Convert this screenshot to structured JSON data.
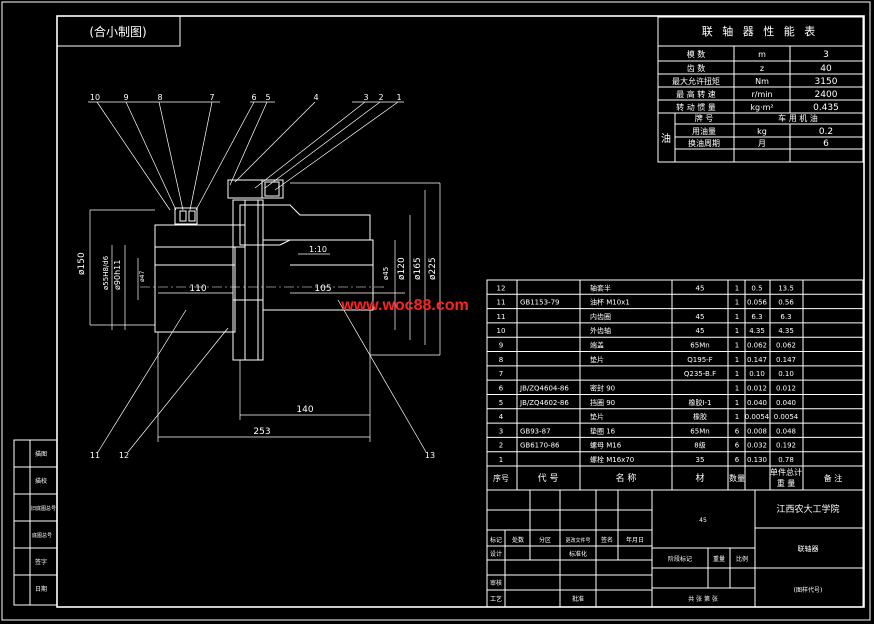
{
  "header_label": "(合小制图)",
  "watermark": "www.woc88.com",
  "part_numbers_top": [
    "10",
    "9",
    "8",
    "7",
    "6",
    "5",
    "4",
    "3",
    "2",
    "1"
  ],
  "part_numbers_bottom": [
    "11",
    "12",
    "13"
  ],
  "dimensions": {
    "d150": "ø150",
    "d55h8": "ø55H8/d6",
    "d90h11": "ø90h11",
    "d47": "ø47",
    "d110": "110",
    "d105": "105",
    "d45": "ø45",
    "d120": "ø120",
    "d165": "ø165",
    "d225": "ø225",
    "d140": "140",
    "d253": "253",
    "slope": "1:10"
  },
  "perf_table": {
    "title": "联 轴 器 性 能 表",
    "rows": [
      {
        "name": "模 数",
        "unit": "m",
        "value": "3"
      },
      {
        "name": "齿 数",
        "unit": "z",
        "value": "40"
      },
      {
        "name": "最大允许扭矩",
        "unit": "Nm",
        "value": "3150"
      },
      {
        "name": "最 高 转 速",
        "unit": "r/min",
        "value": "2400"
      },
      {
        "name": "转 动 惯 量",
        "unit": "kg·m²",
        "value": "0.435"
      }
    ],
    "oil_label": "油",
    "oil_rows": [
      {
        "name": "牌 号",
        "unit": "",
        "value": "车 用 机 油"
      },
      {
        "name": "用油量",
        "unit": "kg",
        "value": "0.2"
      },
      {
        "name": "换油周期",
        "unit": "月",
        "value": "6"
      }
    ]
  },
  "bom": {
    "rows": [
      {
        "no": "12",
        "code": "",
        "name": "轴套半",
        "material": "45",
        "qty": "1",
        "unit_w": "0.5",
        "total_w": "13.5"
      },
      {
        "no": "11",
        "code": "GB1153-79",
        "name": "油杯 M10x1",
        "material": "",
        "qty": "1",
        "unit_w": "0.056",
        "total_w": "0.56"
      },
      {
        "no": "11",
        "code": "",
        "name": "内齿圈",
        "material": "45",
        "qty": "1",
        "unit_w": "6.3",
        "total_w": "6.3"
      },
      {
        "no": "10",
        "code": "",
        "name": "外齿轴",
        "material": "45",
        "qty": "1",
        "unit_w": "4.35",
        "total_w": "4.35"
      },
      {
        "no": "9",
        "code": "",
        "name": "端盖",
        "material": "65Mn",
        "qty": "1",
        "unit_w": "0.062",
        "total_w": "0.062"
      },
      {
        "no": "8",
        "code": "",
        "name": "垫片",
        "material": "Q195-F",
        "qty": "1",
        "unit_w": "0.147",
        "total_w": "0.147"
      },
      {
        "no": "7",
        "code": "",
        "name": "",
        "material": "Q235-B.F",
        "qty": "1",
        "unit_w": "0.10",
        "total_w": "0.10"
      },
      {
        "no": "6",
        "code": "JB/ZQ4604-86",
        "name": "密封 90",
        "material": "",
        "qty": "1",
        "unit_w": "0.012",
        "total_w": "0.012"
      },
      {
        "no": "5",
        "code": "JB/ZQ4602-86",
        "name": "挡圈 90",
        "material": "橡胶I-1",
        "qty": "1",
        "unit_w": "0.040",
        "total_w": "0.040"
      },
      {
        "no": "4",
        "code": "",
        "name": "垫片",
        "material": "橡胶",
        "qty": "1",
        "unit_w": "0.0054",
        "total_w": "0.0054"
      },
      {
        "no": "3",
        "code": "GB93-87",
        "name": "垫圈 16",
        "material": "65Mn",
        "qty": "6",
        "unit_w": "0.008",
        "total_w": "0.048"
      },
      {
        "no": "2",
        "code": "GB6170-86",
        "name": "螺母 M16",
        "material": "8级",
        "qty": "6",
        "unit_w": "0.032",
        "total_w": "0.192"
      },
      {
        "no": "1",
        "code": "",
        "name": "螺栓 M16x70",
        "material": "35",
        "qty": "6",
        "unit_w": "0.130",
        "total_w": "0.78"
      }
    ],
    "header": {
      "no": "序号",
      "code": "代 号",
      "name": "名 称",
      "material": "材",
      "qty": "数量",
      "weight": "单件总计",
      "weight2": "重 量",
      "note": "备 注"
    }
  },
  "title_block": {
    "school": "江西农大工学院",
    "drawing_name": "联轴器",
    "drawing_no": "(图样代号)",
    "scale_label": "比例",
    "mark": "标记",
    "count": "处数",
    "zone": "分区",
    "change_doc": "更改文件号",
    "sign": "签名",
    "date": "年月日",
    "design": "设计",
    "std": "标准化",
    "stage_mark": "阶段标记",
    "weight": "重量",
    "ratio": "比例",
    "review": "审核",
    "craft": "工艺",
    "approve": "批准",
    "sheet": "共 张 第 张",
    "center_mark": "45"
  },
  "left_strip": [
    "描图",
    "描校",
    "旧底图总号",
    "底图总号",
    "签字",
    "日期"
  ]
}
